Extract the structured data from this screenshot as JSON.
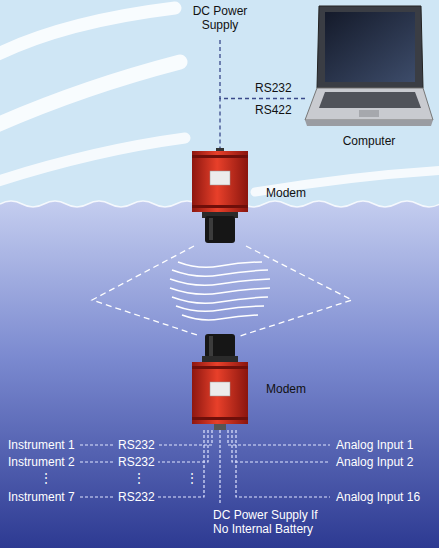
{
  "diagram": {
    "nodes": [
      {
        "text": [
          "Computer"
        ]
      },
      {
        "text": [
          "Modem"
        ]
      },
      {
        "text": [
          "Modem"
        ]
      }
    ],
    "edges": [
      {
        "from": 0,
        "to": 1,
        "arrow": "none"
      }
    ],
    "labels": [
      "DC Power Supply",
      "RS232",
      "RS422",
      "Instrument 1",
      "RS232",
      "Instrument 2",
      "RS232",
      "⋮",
      "⋮",
      "Instrument 7",
      "RS232",
      "Analog Input 1",
      "Analog Input 2",
      "⋮",
      "Analog Input 16",
      "DC Power Supply If No Internal Battery"
    ]
  }
}
